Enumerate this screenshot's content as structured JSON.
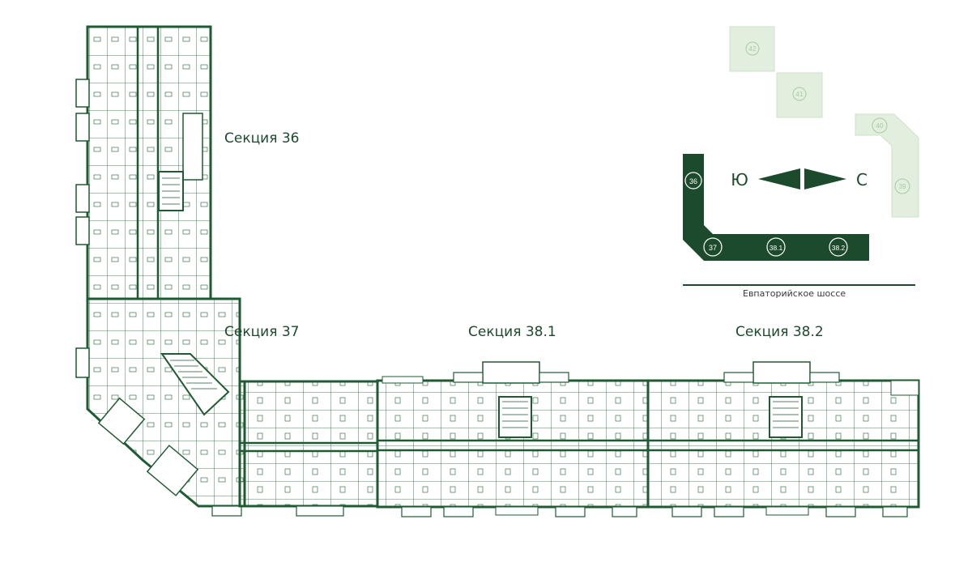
{
  "sections": {
    "s36": "Секция 36",
    "s37": "Секция 37",
    "s381": "Секция 38.1",
    "s382": "Секция 38.2"
  },
  "minimap": {
    "active_buildings": [
      "36",
      "37",
      "38.1",
      "38.2"
    ],
    "neighbor_buildings": [
      "42",
      "41",
      "40",
      "39"
    ],
    "compass_south": "Ю",
    "compass_north": "С",
    "road": "Евпаторийское шоссе"
  },
  "colors": {
    "wall": "#1f5a32",
    "active_building": "#1c4a2c",
    "neighbor_building": "#e3efde",
    "neighbor_text": "#a9c9a2",
    "label_text": "#1c4a2c"
  }
}
